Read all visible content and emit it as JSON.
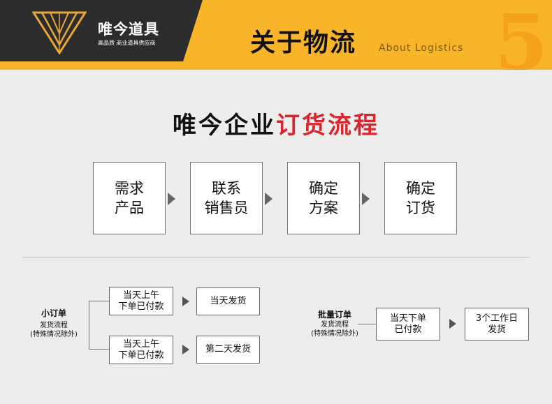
{
  "header": {
    "brand_name": "唯今道具",
    "brand_tagline": "高品质 商业道具供应商",
    "title": "关于物流",
    "subtitle": "About  Logistics",
    "section_number": "5"
  },
  "section": {
    "title_plain": "唯今企业",
    "title_accent": "订货流程"
  },
  "steps": [
    {
      "label": "需求\n产品"
    },
    {
      "label": "联系\n销售员"
    },
    {
      "label": "确定\n方案"
    },
    {
      "label": "确定\n订货"
    }
  ],
  "small_order": {
    "title": "小订单",
    "subtitle": "发货流程\n(特殊情况除外)",
    "branch_a_condition": "当天上午\n下单已付款",
    "branch_a_result": "当天发货",
    "branch_b_condition": "当天上午\n下单已付款",
    "branch_b_result": "第二天发货"
  },
  "bulk_order": {
    "title": "批量订单",
    "subtitle": "发货流程\n(特殊情况除外)",
    "condition": "当天下单\n已付款",
    "result": "3个工作日\n发货"
  },
  "colors": {
    "header_yellow": "#f9b52a",
    "brand_dark": "#2c2c2c",
    "accent_red": "#d9262c",
    "logo_gold": "#e8a93a"
  }
}
